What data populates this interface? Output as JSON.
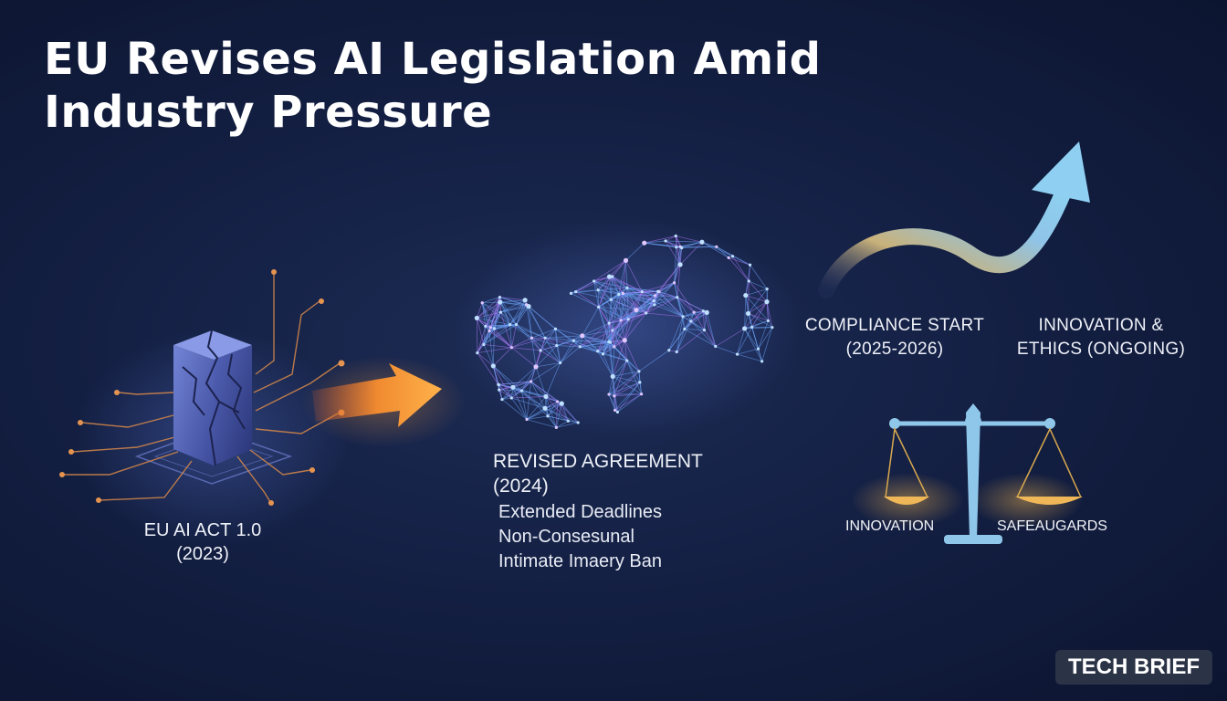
{
  "title": {
    "line1": "EU Revises AI Legislation Amid",
    "line2": "Industry Pressure"
  },
  "stage_2023": {
    "line1": "EU AI ACT 1.0",
    "line2": "(2023)"
  },
  "stage_2024": {
    "line1": "REVISED AGREEMENT",
    "line2": "(2024)",
    "items": [
      "Extended Deadlines",
      "Non-Consesunal",
      "Intimate Imaery Ban"
    ]
  },
  "compliance": {
    "line1": "COMPLIANCE START",
    "line2": "(2025-2026)"
  },
  "innovation_ethics": {
    "line1": "INNOVATION &",
    "line2": "ETHICS (ONGOING)"
  },
  "scale": {
    "left": "INNOVATION",
    "right": "SAFEAUGARDS"
  },
  "badge": "TECH BRIEF",
  "colors": {
    "background": "#142044",
    "arrow_orange": "#f39a3c",
    "network_blue": "#6fa8ff",
    "network_purple": "#b47cff",
    "scale_blue": "#8ec7ea",
    "pan_gold": "#e8b45a"
  }
}
